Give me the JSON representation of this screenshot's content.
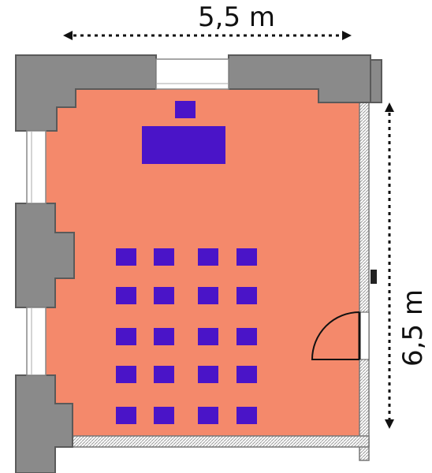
{
  "dimensions": {
    "width_label": "5,5 m",
    "height_label": "6,5 m"
  },
  "colors": {
    "floor": "#F4896B",
    "wall": "#8A8A8A",
    "wall_edge": "#5A5A5A",
    "furniture": "#4A14C8",
    "dimension_line": "#111111"
  },
  "room": {
    "teacher_chair": 1,
    "teacher_desk": 1,
    "student_desk_rows": 5,
    "student_desk_columns": 4,
    "doors": 1
  }
}
